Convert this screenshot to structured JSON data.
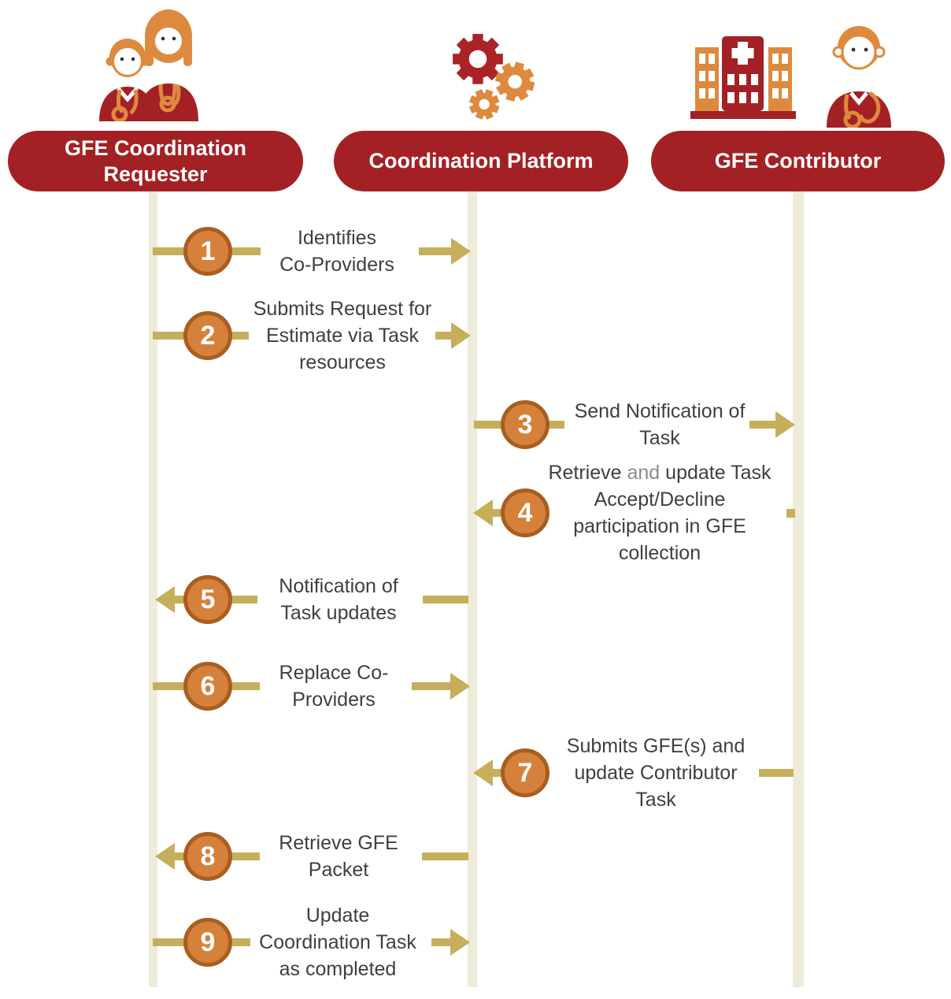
{
  "diagram": {
    "type": "sequence-diagram",
    "lanes": [
      {
        "id": "requester",
        "label": "GFE Coordination Requester",
        "icon": "co-providers-icon"
      },
      {
        "id": "platform",
        "label": "Coordination Platform",
        "icon": "gears-icon"
      },
      {
        "id": "contributor",
        "label": "GFE Contributor",
        "icon": "hospital-and-doctor-icon"
      }
    ],
    "steps": [
      {
        "num": "1",
        "from": "GFE Coordination Requester",
        "to": "Coordination Platform",
        "label": "Identifies Co-Providers",
        "lines": [
          "Identifies",
          "Co-Providers"
        ]
      },
      {
        "num": "2",
        "from": "GFE Coordination Requester",
        "to": "Coordination Platform",
        "label": "Submits Request for Estimate via Task resources",
        "lines": [
          "Submits Request for",
          "Estimate via Task",
          "resources"
        ]
      },
      {
        "num": "3",
        "from": "Coordination Platform",
        "to": "GFE Contributor",
        "label": "Send Notification of Task",
        "lines": [
          "Send Notification of",
          "Task"
        ]
      },
      {
        "num": "4",
        "from": "GFE Contributor",
        "to": "Coordination Platform",
        "label": "Retrieve and update Task Accept/Decline participation in GFE collection",
        "line1_parts": [
          "Retrieve ",
          "and",
          " update Task"
        ],
        "lines": [
          "Retrieve and update Task",
          "Accept/Decline",
          "participation in GFE",
          "collection"
        ]
      },
      {
        "num": "5",
        "from": "Coordination Platform",
        "to": "GFE Coordination Requester",
        "label": "Notification of Task updates",
        "lines": [
          "Notification of",
          "Task updates"
        ]
      },
      {
        "num": "6",
        "from": "GFE Coordination Requester",
        "to": "Coordination Platform",
        "label": "Replace Co-Providers",
        "lines": [
          "Replace Co-",
          "Providers"
        ]
      },
      {
        "num": "7",
        "from": "GFE Contributor",
        "to": "Coordination Platform",
        "label": "Submits GFE(s) and update Contributor Task",
        "lines": [
          "Submits GFE(s) and",
          "update Contributor",
          "Task"
        ]
      },
      {
        "num": "8",
        "from": "Coordination Platform",
        "to": "GFE Coordination Requester",
        "label": "Retrieve GFE Packet",
        "lines": [
          "Retrieve GFE",
          "Packet"
        ]
      },
      {
        "num": "9",
        "from": "GFE Coordination Requester",
        "to": "Coordination Platform",
        "label": "Update Coordination Task as completed",
        "lines": [
          "Update",
          "Coordination Task",
          "as completed"
        ]
      }
    ],
    "colors": {
      "brand_red": "#A32125",
      "brand_orange": "#DE8A3E",
      "badge_fill": "#D5813C",
      "badge_border": "#A95E1F",
      "arrow": "#C5AF5B",
      "lifeline": "#EFEBDB",
      "text": "#3F3F3F",
      "muted_text": "#8C8C8C"
    }
  }
}
